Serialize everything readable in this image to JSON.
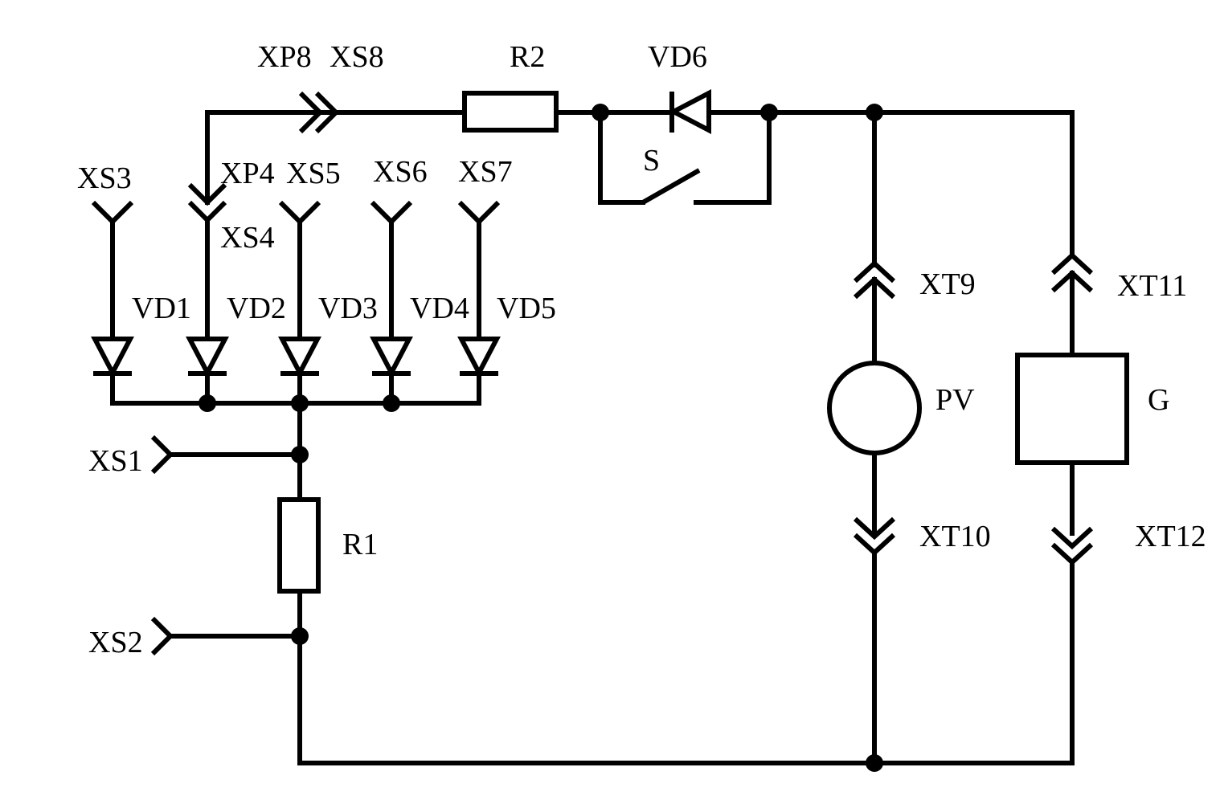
{
  "labels": {
    "xp8": "XP8",
    "xs8": "XS8",
    "r2": "R2",
    "vd6": "VD6",
    "s": "S",
    "xs3": "XS3",
    "xp4": "XP4",
    "xs4": "XS4",
    "xs5": "XS5",
    "xs6": "XS6",
    "xs7": "XS7",
    "vd1": "VD1",
    "vd2": "VD2",
    "vd3": "VD3",
    "vd4": "VD4",
    "vd5": "VD5",
    "xs1": "XS1",
    "xs2": "XS2",
    "r1": "R1",
    "xt9": "XT9",
    "xt10": "XT10",
    "xt11": "XT11",
    "xt12": "XT12",
    "pv": "PV",
    "g": "G"
  }
}
